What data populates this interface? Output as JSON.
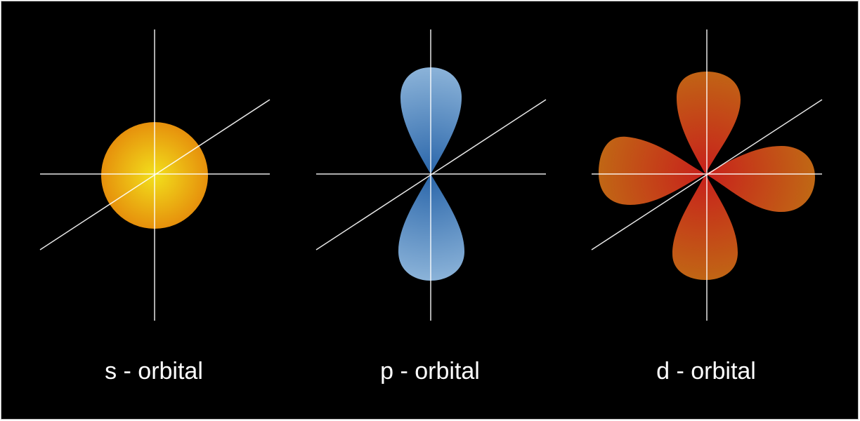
{
  "orbitals": [
    {
      "label": "s - orbital",
      "shape": "sphere",
      "colors": {
        "center": "#f2e01c",
        "edge": "#e6900c"
      }
    },
    {
      "label": "p - orbital",
      "shape": "dumbbell",
      "colors": {
        "center": "#2a66aa",
        "edge": "#8ab2d8"
      }
    },
    {
      "label": "d - orbital",
      "shape": "cloverleaf",
      "colors": {
        "center": "#c8201c",
        "edge": "#c06a14"
      }
    }
  ],
  "colors": {
    "background": "#000000",
    "axis": "#ffffff"
  }
}
